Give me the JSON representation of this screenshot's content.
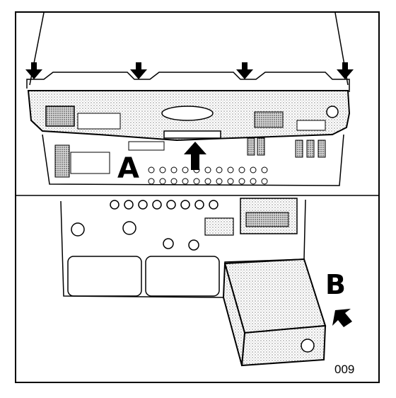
{
  "figure": {
    "label_a": "A",
    "label_b": "B",
    "figure_number": "009"
  },
  "colors": {
    "ink": "#000000",
    "paper": "#ffffff",
    "stipple": "#9a9a9a"
  }
}
